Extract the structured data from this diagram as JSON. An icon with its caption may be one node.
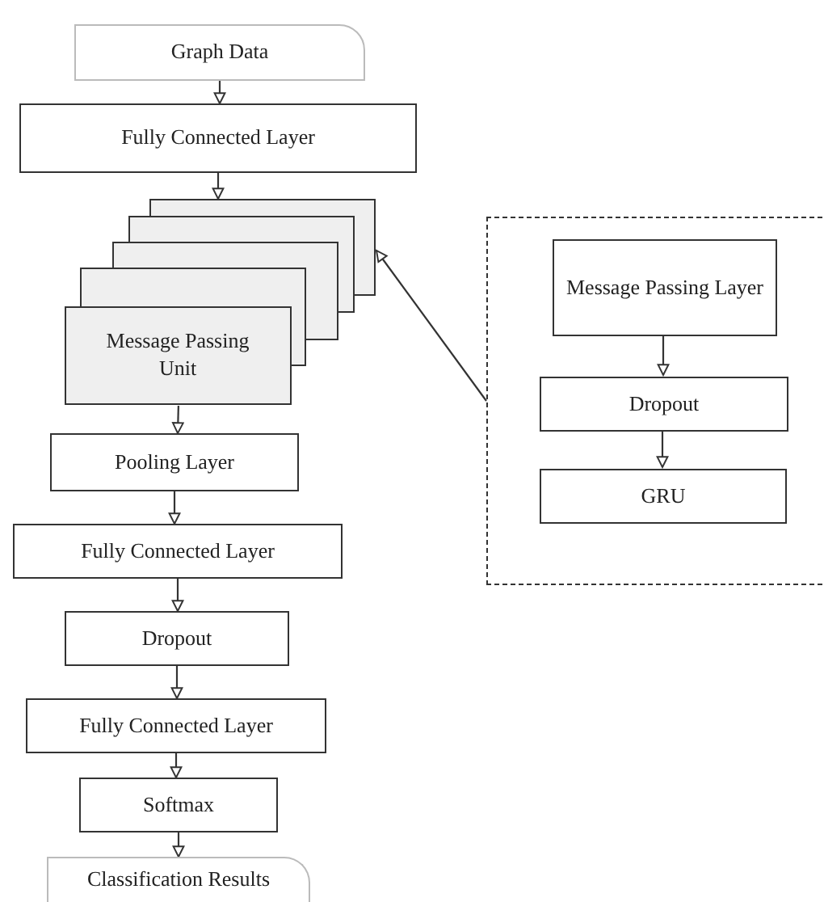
{
  "diagram": {
    "nodes": [
      {
        "text": [
          "Graph Data"
        ]
      },
      {
        "text": [
          "Fully Connected Layer"
        ]
      },
      {
        "text": [
          "Message Passing Unit"
        ]
      },
      {
        "text": [
          "Pooling Layer"
        ]
      },
      {
        "text": [
          "Fully Connected Layer"
        ]
      },
      {
        "text": [
          "Dropout"
        ]
      },
      {
        "text": [
          "Fully Connected Layer"
        ]
      },
      {
        "text": [
          "Softmax"
        ]
      },
      {
        "text": [
          "Classification Results"
        ]
      },
      {
        "text": [],
        "shape": "frame"
      },
      {
        "text": [
          "Message Passing Layer"
        ],
        "in": 9
      },
      {
        "text": [
          "Dropout"
        ],
        "in": 9
      },
      {
        "text": [
          "GRU"
        ],
        "in": 9
      }
    ],
    "edges": [
      {
        "from": 0,
        "to": 1,
        "arrow": "to"
      },
      {
        "from": 1,
        "to": 2,
        "arrow": "to"
      },
      {
        "from": 2,
        "to": 3,
        "arrow": "to"
      },
      {
        "from": 3,
        "to": 4,
        "arrow": "to"
      },
      {
        "from": 4,
        "to": 5,
        "arrow": "to"
      },
      {
        "from": 5,
        "to": 6,
        "arrow": "to"
      },
      {
        "from": 6,
        "to": 7,
        "arrow": "to"
      },
      {
        "from": 7,
        "to": 8,
        "arrow": "to"
      },
      {
        "from": 10,
        "to": 11,
        "arrow": "to"
      },
      {
        "from": 11,
        "to": 12,
        "arrow": "to"
      },
      {
        "from": 9,
        "to": 2,
        "arrow": "to"
      }
    ]
  }
}
